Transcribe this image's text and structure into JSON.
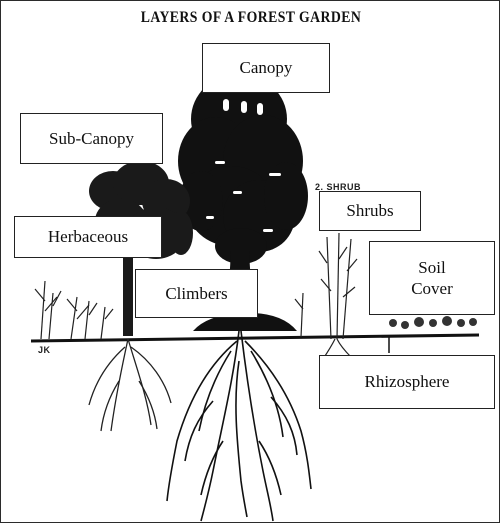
{
  "title": "LAYERS OF A FOREST GARDEN",
  "labels": {
    "canopy": "Canopy",
    "sub_canopy": "Sub-Canopy",
    "shrubs": "Shrubs",
    "herbaceous": "Herbaceous",
    "climbers": "Climbers",
    "soil_cover_line1": "Soil",
    "soil_cover_line2": "Cover",
    "rhizosphere": "Rhizosphere"
  },
  "printed_marks": {
    "shrub_mark": "2. SHRUB",
    "ground_mark": "JK"
  },
  "colors": {
    "ink": "#111111",
    "background": "#ffffff"
  }
}
